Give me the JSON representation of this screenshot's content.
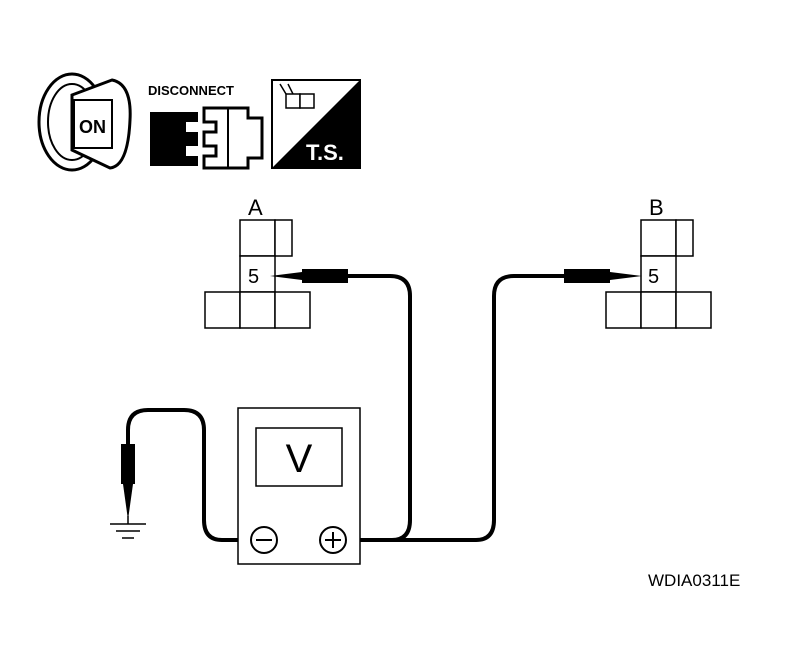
{
  "icons": {
    "ignition": {
      "text": "ON",
      "icon": "ignition-key-on-icon"
    },
    "disconnect": {
      "text": "DISCONNECT",
      "icon": "connector-disconnect-icon"
    },
    "ts": {
      "text": "T.S.",
      "icon": "trouble-shooting-icon"
    }
  },
  "connector_a": {
    "label": "A",
    "pin": "5"
  },
  "connector_b": {
    "label": "B",
    "pin": "5"
  },
  "voltmeter": {
    "display": "V",
    "neg": "−",
    "pos": "+"
  },
  "figure_code": "WDIA0311E"
}
